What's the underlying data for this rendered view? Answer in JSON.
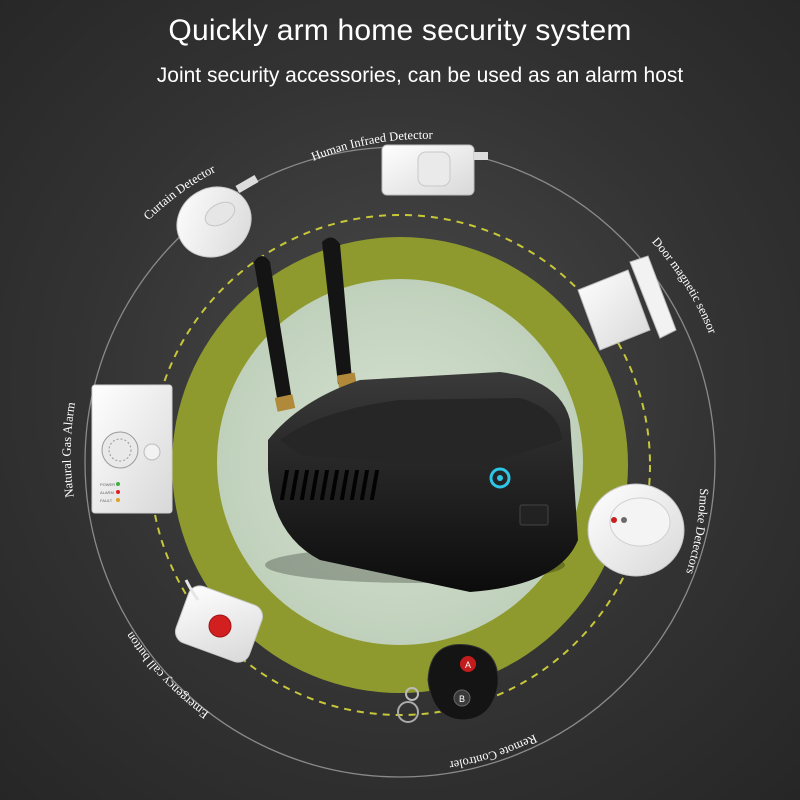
{
  "header": {
    "title": "Quickly arm home security system",
    "subtitle": "Joint security accessories, can be used as an alarm host"
  },
  "accessories": [
    {
      "label": "Human Infraed Detector",
      "icon": "pir-detector-icon"
    },
    {
      "label": "Door magnetic sensor",
      "icon": "door-sensor-icon"
    },
    {
      "label": "Smoke Detectors",
      "icon": "smoke-detector-icon"
    },
    {
      "label": "Remote Controler",
      "icon": "remote-control-icon"
    },
    {
      "label": "Emergency call button",
      "icon": "emergency-button-icon"
    },
    {
      "label": "Natural Gas Alarm",
      "icon": "gas-alarm-icon"
    },
    {
      "label": "Curtain Detector",
      "icon": "curtain-detector-icon"
    }
  ],
  "gas_alarm_leds": [
    "POWER",
    "ALARM",
    "FAULT"
  ],
  "remote_buttons": [
    "A",
    "B"
  ],
  "colors": {
    "outer_ring": "#8a8a8a",
    "dashed_ring": "#c7c73a",
    "olive_ring": "#8f9a2e",
    "inner_disc": "#c9d7c3",
    "hub_body": "#151515",
    "hub_logo": "#2ec6e6",
    "emergency_red": "#d21f1f"
  }
}
